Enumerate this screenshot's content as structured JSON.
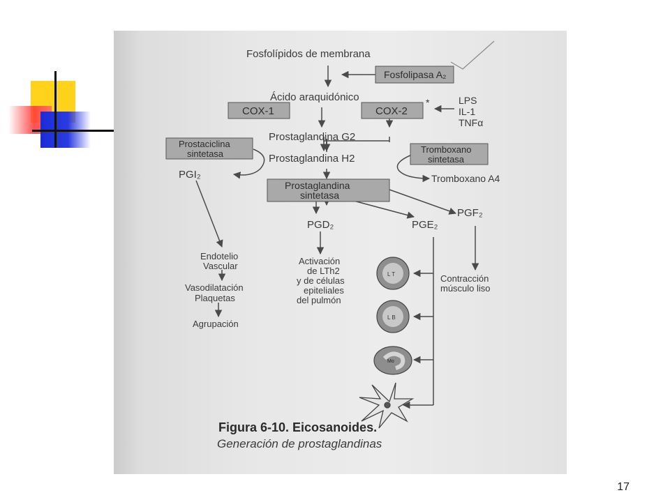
{
  "page": {
    "number": "17"
  },
  "diagram": {
    "nodes": {
      "fosfolipidos": "Fosfolípidos de membrana",
      "fosfolipasa": "Fosfolipasa A₂",
      "acido": "Ácido araquidónico",
      "cox1": "COX-1",
      "cox2": "COX-2",
      "star": "*",
      "lps": "LPS",
      "il1": "IL-1",
      "tnf": "TNFα",
      "pgg2": "Prostaglandina G2",
      "pgh2": "Prostaglandina H2",
      "prostaciclina_1": "Prostaciclina",
      "prostaciclina_2": "sintetasa",
      "tromboxano_syn_1": "Tromboxano",
      "tromboxano_syn_2": "sintetasa",
      "pgi2": "PGI₂",
      "tromboxano_a4": "Tromboxano A4",
      "prosta_sint_1": "Prostaglandina",
      "prosta_sint_2": "sintetasa",
      "pgd2": "PGD₂",
      "pge2": "PGE₂",
      "pgf2": "PGF₂",
      "endotelio_1": "Endotelio",
      "endotelio_2": "Vascular",
      "vaso_1": "Vasodilatación",
      "vaso_2": "Plaquetas",
      "agrupacion": "Agrupación",
      "activacion_1": "Activación",
      "activacion_2": "de LTh2",
      "activacion_3": "y de células",
      "activacion_4": "epiteliales",
      "activacion_5": "del pulmón",
      "contraccion_1": "Contracción",
      "contraccion_2": "músculo liso",
      "cell_lt": "L T",
      "cell_lb": "L B",
      "cell_mo": "Mo"
    },
    "caption": {
      "title": "Figura 6-10. Eicosanoides.",
      "subtitle": "Generación de prostaglandinas"
    },
    "colors": {
      "box_fill": "#a9a9a9",
      "arrow": "#4a4a4a",
      "ornament_yellow": "#ffd21c",
      "ornament_red": "#ff3b3b",
      "ornament_blue": "#1b2bd8"
    }
  }
}
